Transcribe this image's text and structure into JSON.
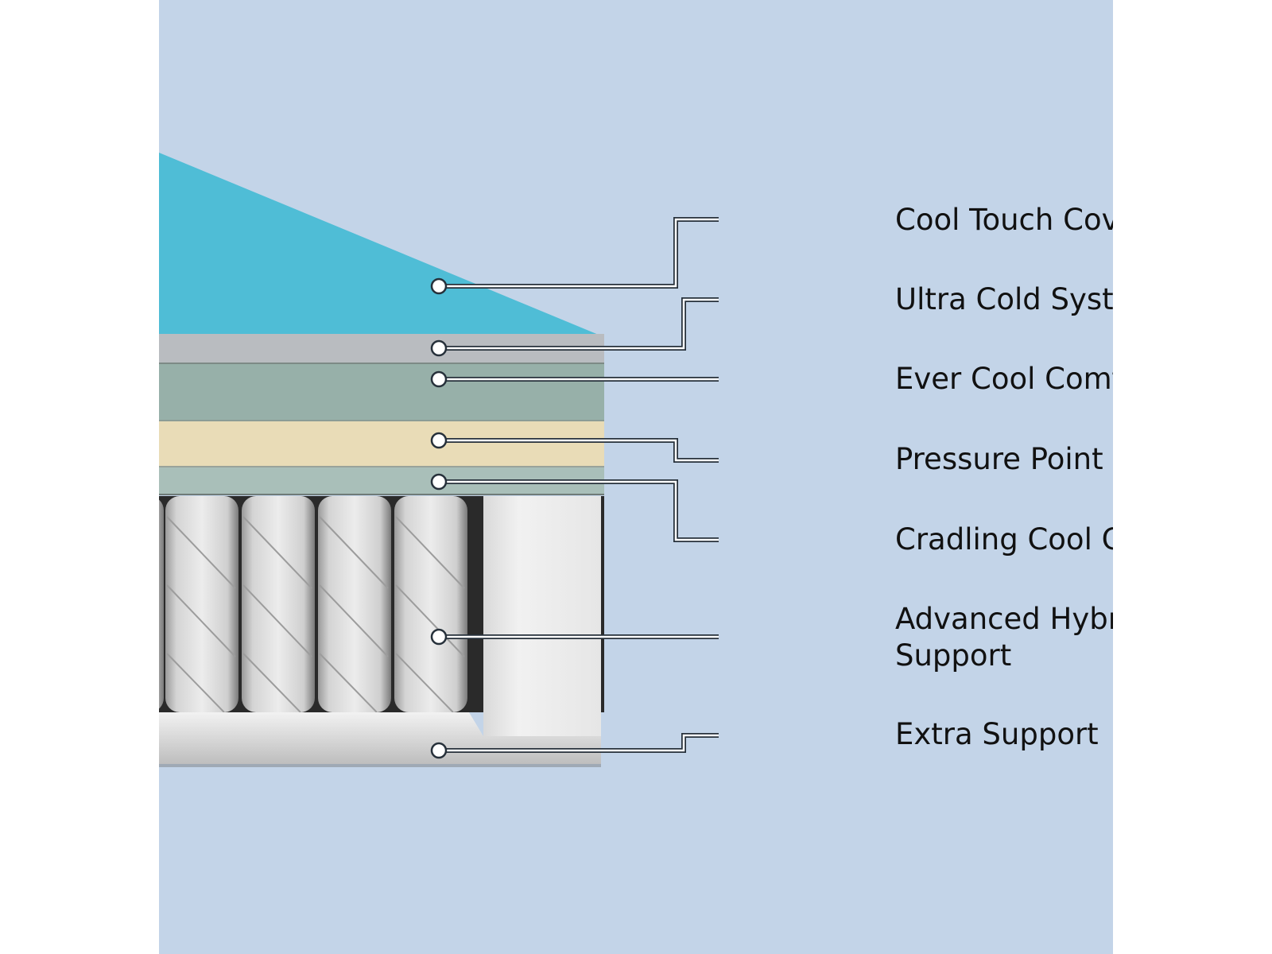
{
  "colors": {
    "background": "#c3d4e8",
    "cover": "#4fbdd6",
    "ultra_cold": "#b9bcc0",
    "ever_cool": "#97b0a9",
    "pressure_relief": "#e9dcb7",
    "cradling": "#a9bfb9",
    "coil": "#e6e7e8",
    "foam_edge": "#eeeeee",
    "base": "#d8d8d8",
    "callout_line": "#ffffff",
    "callout_outline": "#26303a"
  },
  "layers": [
    {
      "label": "Cool Touch Cover"
    },
    {
      "label": "Ultra Cold System"
    },
    {
      "label": "Ever Cool Comfort"
    },
    {
      "label": "Pressure Point Relief"
    },
    {
      "label": "Cradling Cool Comfort"
    },
    {
      "label": "Advanced Hybrid",
      "label_line2": "Support"
    },
    {
      "label": "Extra Support"
    }
  ]
}
